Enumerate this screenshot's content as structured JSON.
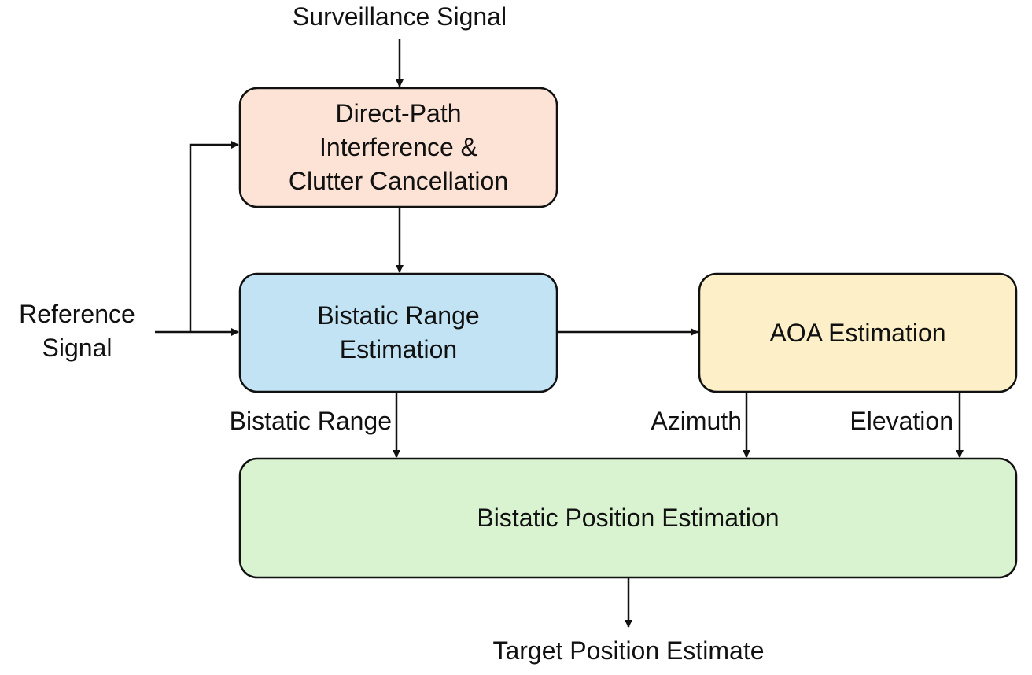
{
  "colors": {
    "stroke": "#111111",
    "text": "#111111",
    "cancellation_fill": "#fce3d6",
    "range_fill": "#c2e3f4",
    "aoa_fill": "#fdf0c9",
    "position_fill": "#d9f2d0"
  },
  "inputs": {
    "surveillance": "Surveillance Signal",
    "reference_line1": "Reference",
    "reference_line2": "Signal"
  },
  "blocks": {
    "cancellation": {
      "line1": "Direct-Path",
      "line2": "Interference &",
      "line3": "Clutter Cancellation"
    },
    "range_estimation": {
      "line1": "Bistatic Range",
      "line2": "Estimation"
    },
    "aoa_estimation": {
      "line1": "AOA Estimation"
    },
    "position_estimation": {
      "line1": "Bistatic Position Estimation"
    }
  },
  "edge_labels": {
    "bistatic_range": "Bistatic Range",
    "azimuth": "Azimuth",
    "elevation": "Elevation"
  },
  "output": {
    "label": "Target Position Estimate"
  }
}
